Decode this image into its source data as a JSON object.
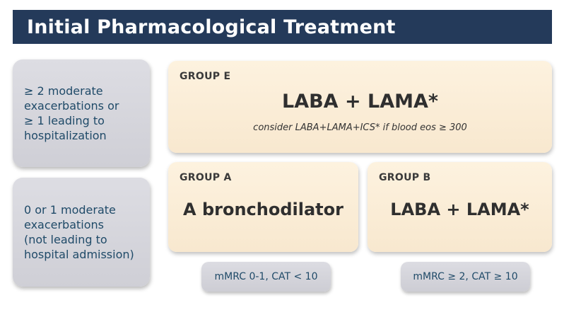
{
  "title": "Initial Pharmacological Treatment",
  "rows": [
    {
      "label": "≥ 2 moderate\nexacerbations or\n≥ 1 leading to\nhospitalization"
    },
    {
      "label": "0 or 1 moderate\nexacerbations\n(not leading to\nhospital admission)"
    }
  ],
  "groups": {
    "e": {
      "label": "GROUP E",
      "treatment": "LABA + LAMA*",
      "note": "consider LABA+LAMA+ICS* if blood eos ≥ 300"
    },
    "a": {
      "label": "GROUP A",
      "treatment": "A bronchodilator"
    },
    "b": {
      "label": "GROUP B",
      "treatment": "LABA + LAMA*"
    }
  },
  "criteria": [
    {
      "label": "mMRC 0-1, CAT < 10"
    },
    {
      "label": "mMRC ≥ 2, CAT ≥ 10"
    }
  ]
}
